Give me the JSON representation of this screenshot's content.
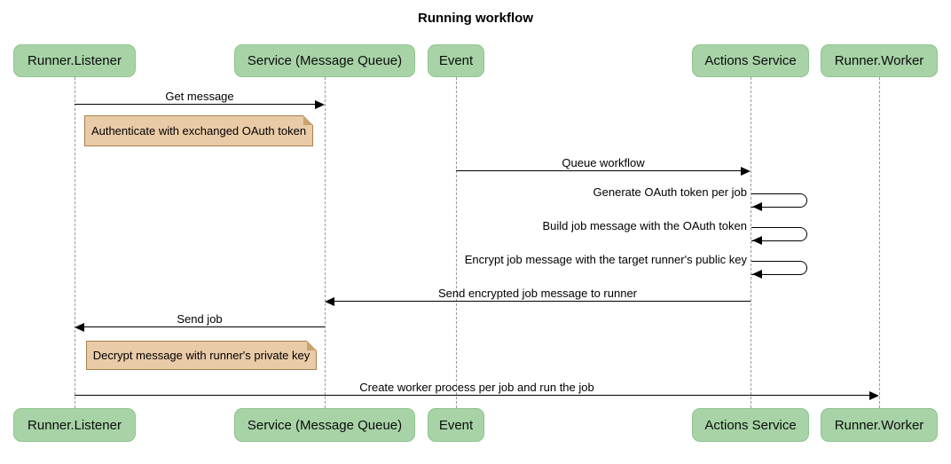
{
  "title": "Running workflow",
  "diagram_type": "sequence-diagram",
  "participants": [
    {
      "name": "Runner.Listener"
    },
    {
      "name": "Service (Message Queue)"
    },
    {
      "name": "Event"
    },
    {
      "name": "Actions Service"
    },
    {
      "name": "Runner.Worker"
    }
  ],
  "messages": [
    {
      "type": "message",
      "from": "Runner.Listener",
      "to": "Service (Message Queue)",
      "label": "Get message"
    },
    {
      "type": "note",
      "over": "Runner.Listener, Service (Message Queue)",
      "label": "Authenticate with exchanged OAuth token"
    },
    {
      "type": "message",
      "from": "Event",
      "to": "Actions Service",
      "label": "Queue workflow"
    },
    {
      "type": "self-message",
      "from": "Actions Service",
      "to": "Actions Service",
      "label": "Generate OAuth token per job"
    },
    {
      "type": "self-message",
      "from": "Actions Service",
      "to": "Actions Service",
      "label": "Build job message with the OAuth token"
    },
    {
      "type": "self-message",
      "from": "Actions Service",
      "to": "Actions Service",
      "label": "Encrypt job message with the target runner's public key"
    },
    {
      "type": "message",
      "from": "Actions Service",
      "to": "Service (Message Queue)",
      "label": "Send encrypted job message to runner"
    },
    {
      "type": "message",
      "from": "Service (Message Queue)",
      "to": "Runner.Listener",
      "label": "Send job"
    },
    {
      "type": "note",
      "over": "Runner.Listener, Service (Message Queue)",
      "label": "Decrypt message with runner's private key"
    },
    {
      "type": "message",
      "from": "Runner.Listener",
      "to": "Runner.Worker",
      "label": "Create worker process per job and run the job"
    }
  ],
  "colors": {
    "participant_fill": "#A7D3A7",
    "participant_border": "#8FC48F",
    "note_fill": "#EACBA7",
    "note_border": "#A8804F",
    "lifeline": "#999999",
    "arrow": "#000000",
    "background": "#ffffff"
  }
}
